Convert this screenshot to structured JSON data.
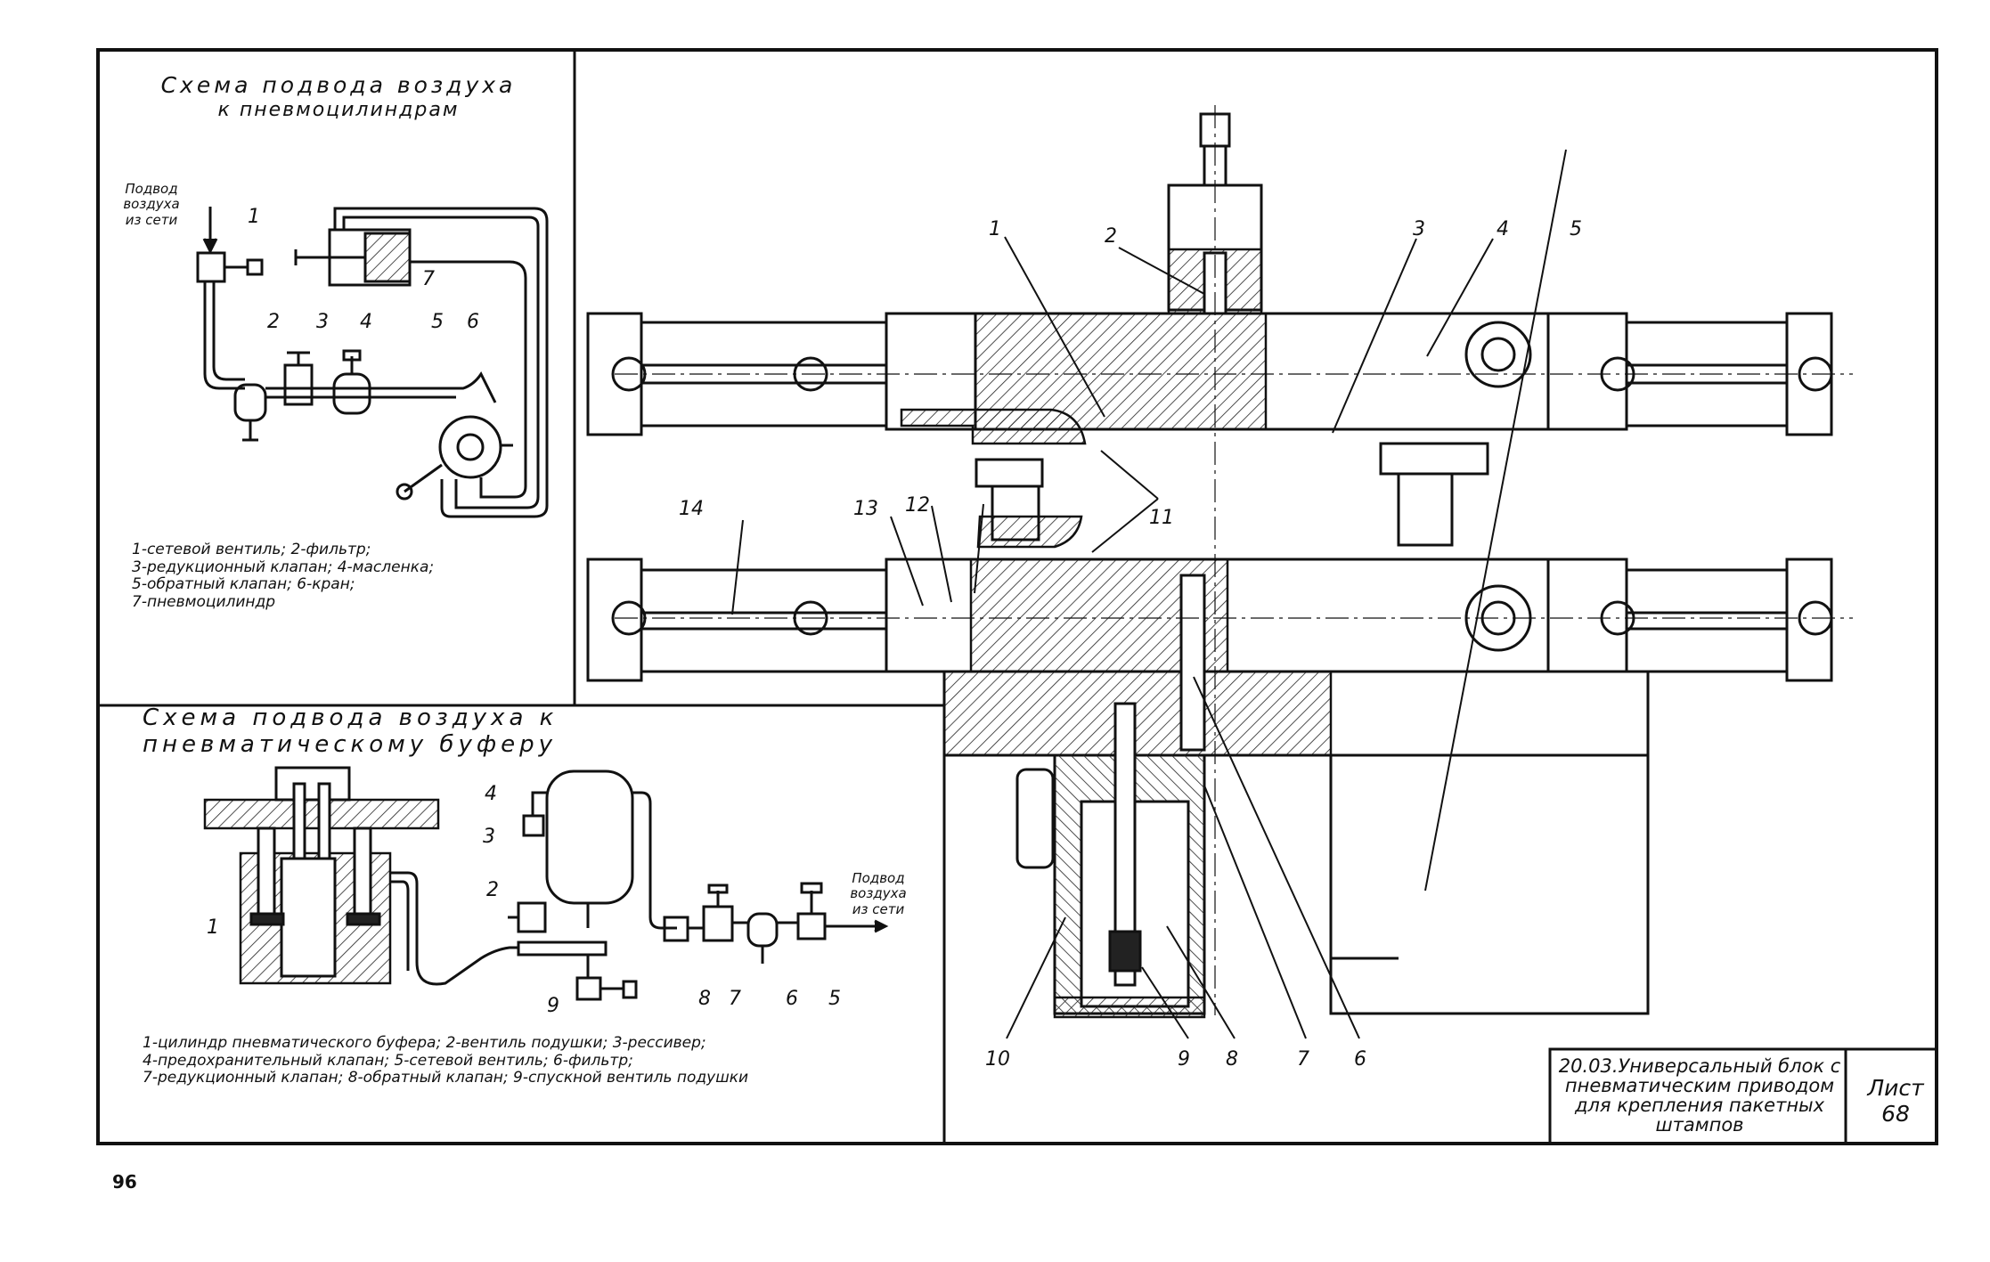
{
  "scheme_cylinders": {
    "title_line1": "Схема подвода воздуха",
    "title_line2": "к пневмоцилиндрам",
    "inlet_lines": [
      "Подвод",
      "воздуха",
      "из сети"
    ],
    "callouts": [
      "1",
      "2",
      "3",
      "4",
      "5",
      "6",
      "7"
    ],
    "legend": [
      "1-сетевой вентиль; 2-фильтр;",
      "3-редукционный клапан; 4-масленка;",
      "5-обратный клапан; 6-кран;",
      "7-пневмоцилиндр"
    ]
  },
  "scheme_buffer": {
    "title": "Схема подвода воздуха к пневматическому буферу",
    "inlet_lines": [
      "Подвод",
      "воздуха",
      "из сети"
    ],
    "callouts": [
      "1",
      "2",
      "3",
      "4",
      "5",
      "6",
      "7",
      "8",
      "9"
    ],
    "legend": [
      "1-цилиндр пневматического буфера; 2-вентиль подушки; 3-рессивер;",
      "4-предохранительный клапан; 5-сетевой вентиль; 6-фильтр;",
      "7-редукционный клапан; 8-обратный клапан; 9-спускной вентиль подушки"
    ]
  },
  "main_assembly": {
    "callouts": [
      "1",
      "2",
      "3",
      "4",
      "5",
      "14",
      "13",
      "12",
      "11",
      "10",
      "9",
      "8",
      "7",
      "6"
    ]
  },
  "title_block": {
    "title_lines": [
      "20.03.Универсальный блок с",
      "пневматическим приводом",
      "для крепления пакетных",
      "штампов"
    ],
    "sheet_label": "Лист 68"
  },
  "page_number": "96",
  "colors": {
    "ink": "#111111",
    "paper": "#ffffff"
  }
}
